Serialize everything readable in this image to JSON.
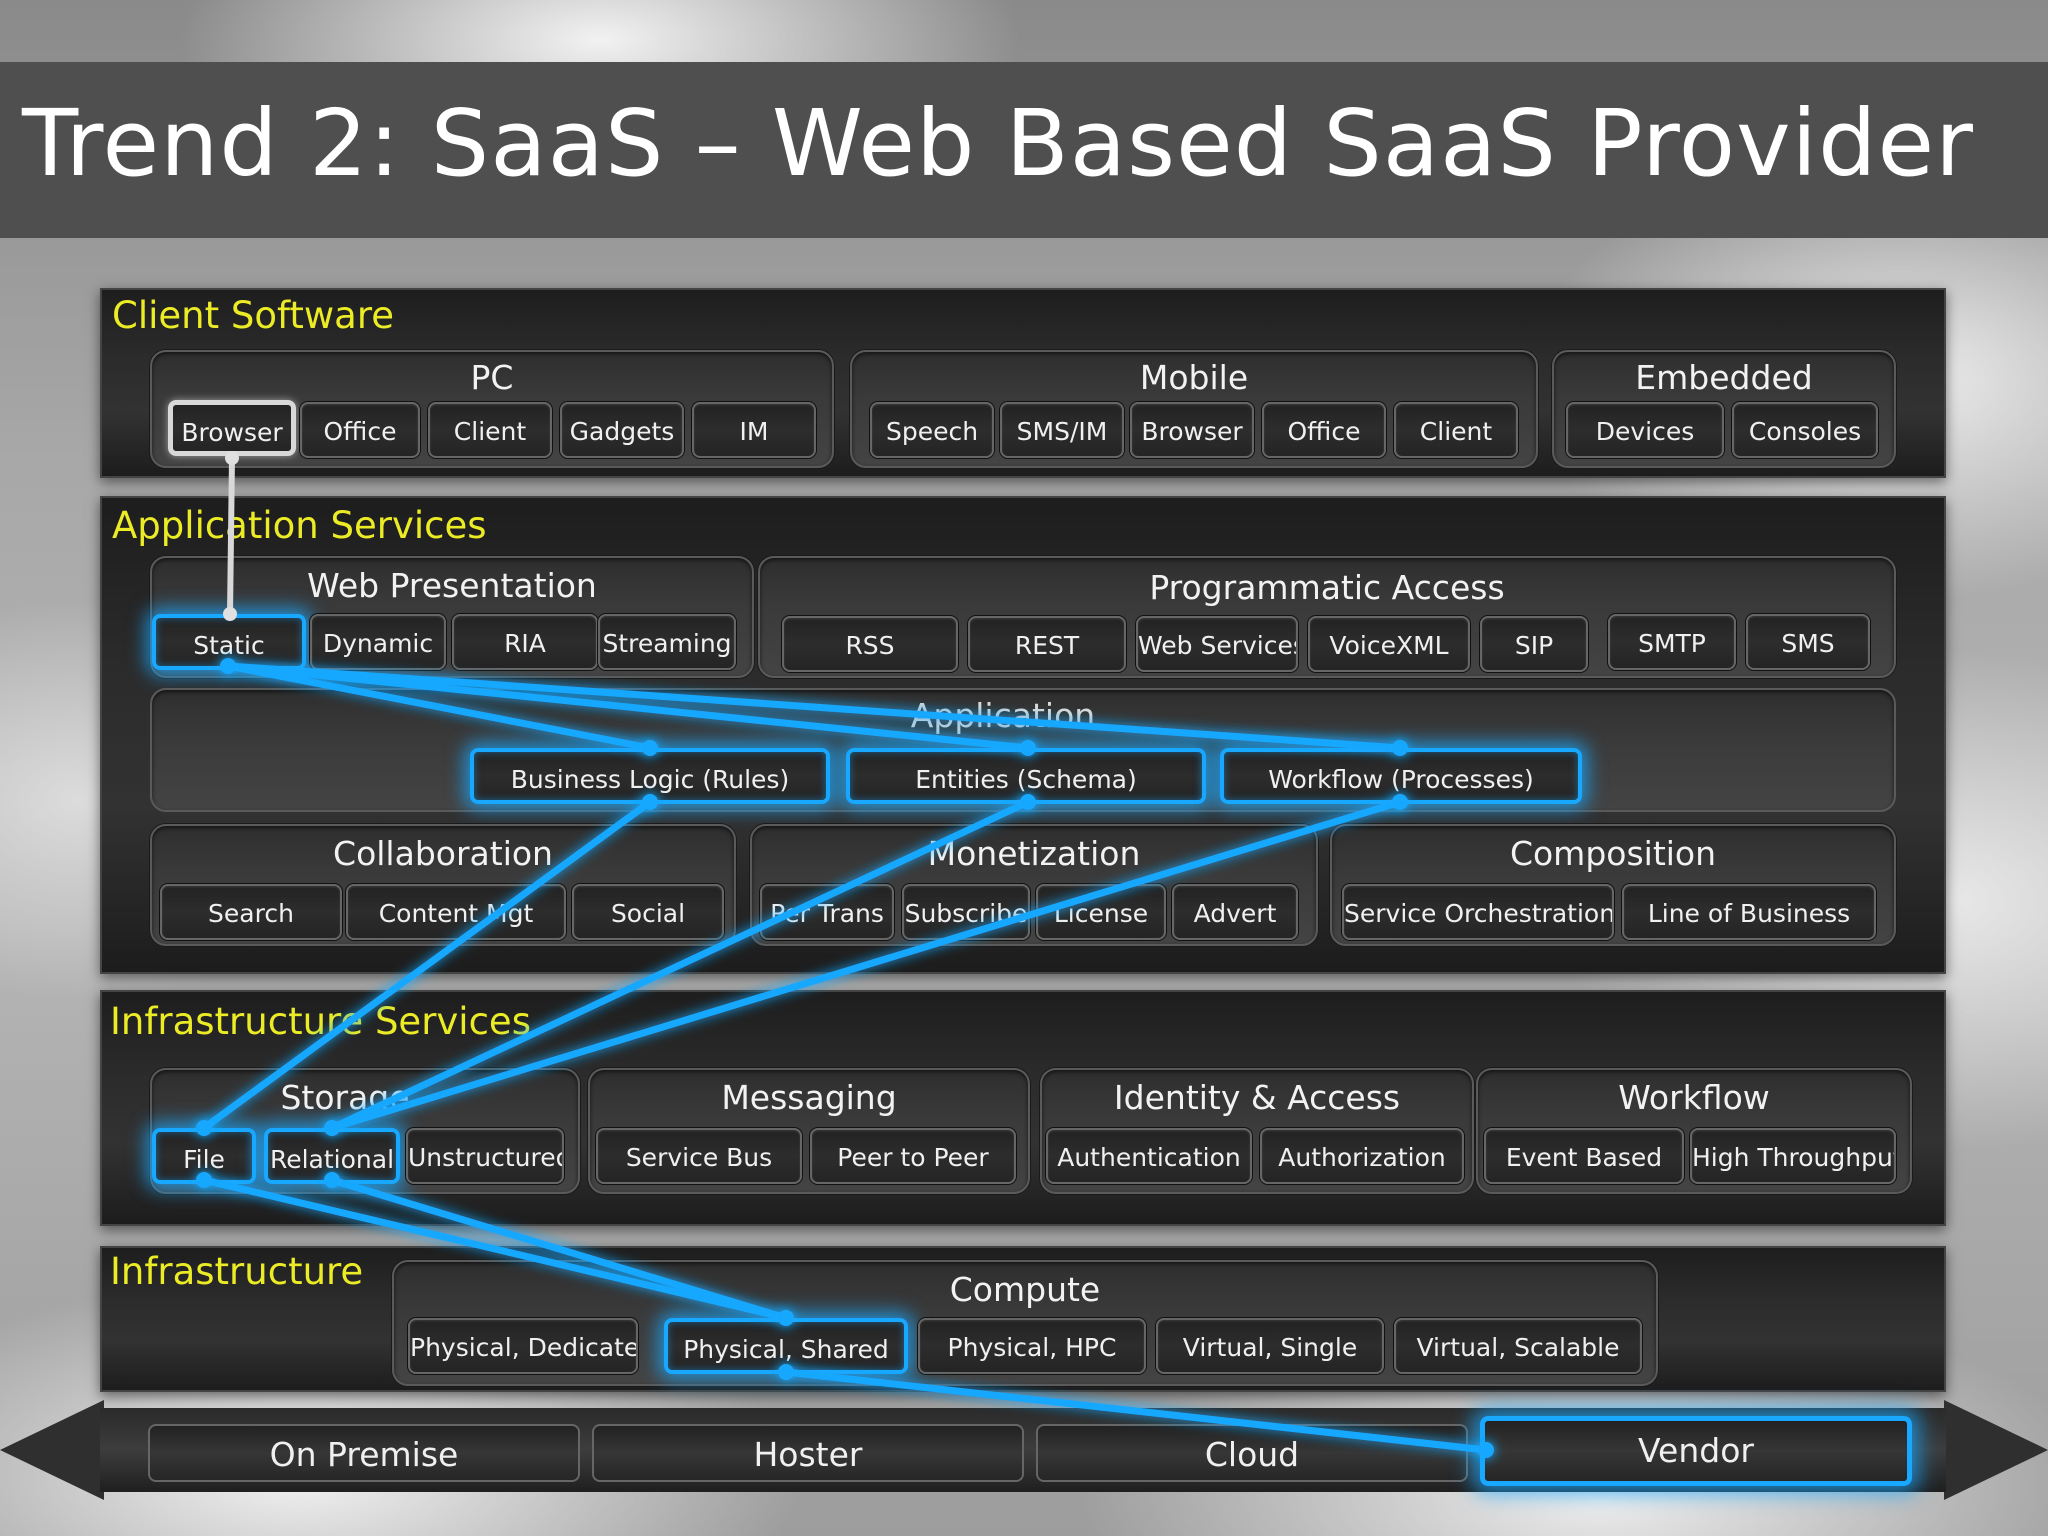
{
  "title": "Trend 2: SaaS – Web Based SaaS Provider",
  "colors": {
    "accent": "#19a8ff",
    "layer_label": "#ecec26",
    "selected_client": "#d8d8d8"
  },
  "client_software": {
    "label": "Client Software",
    "pc": {
      "title": "PC",
      "items": [
        "Browser",
        "Office",
        "Client",
        "Gadgets",
        "IM"
      ]
    },
    "mobile": {
      "title": "Mobile",
      "items": [
        "Speech",
        "SMS/IM",
        "Browser",
        "Office",
        "Client"
      ]
    },
    "embedded": {
      "title": "Embedded",
      "items": [
        "Devices",
        "Consoles"
      ]
    }
  },
  "application_services": {
    "label": "Application Services",
    "web_presentation": {
      "title": "Web Presentation",
      "items": [
        "Static",
        "Dynamic",
        "RIA",
        "Streaming"
      ]
    },
    "programmatic_access": {
      "title": "Programmatic Access",
      "items": [
        "RSS",
        "REST",
        "Web Services",
        "VoiceXML",
        "SIP",
        "SMTP",
        "SMS"
      ]
    },
    "application": {
      "title": "Application",
      "items": [
        "Business Logic (Rules)",
        "Entities (Schema)",
        "Workflow (Processes)"
      ]
    },
    "collaboration": {
      "title": "Collaboration",
      "items": [
        "Search",
        "Content Mgt",
        "Social"
      ]
    },
    "monetization": {
      "title": "Monetization",
      "items": [
        "Per Trans",
        "Subscribe",
        "License",
        "Advert"
      ]
    },
    "composition": {
      "title": "Composition",
      "items": [
        "Service Orchestration",
        "Line of Business"
      ]
    }
  },
  "infrastructure_services": {
    "label": "Infrastructure Services",
    "storage": {
      "title": "Storage",
      "items": [
        "File",
        "Relational",
        "Unstructured"
      ]
    },
    "messaging": {
      "title": "Messaging",
      "items": [
        "Service Bus",
        "Peer to Peer"
      ]
    },
    "identity": {
      "title": "Identity & Access",
      "items": [
        "Authentication",
        "Authorization"
      ]
    },
    "workflow": {
      "title": "Workflow",
      "items": [
        "Event Based",
        "High Throughput"
      ]
    }
  },
  "infrastructure": {
    "label": "Infrastructure",
    "compute": {
      "title": "Compute",
      "items": [
        "Physical, Dedicated",
        "Physical, Shared",
        "Physical, HPC",
        "Virtual, Single",
        "Virtual, Scalable"
      ]
    }
  },
  "hosting": [
    "On Premise",
    "Hoster",
    "Cloud",
    "Vendor"
  ]
}
